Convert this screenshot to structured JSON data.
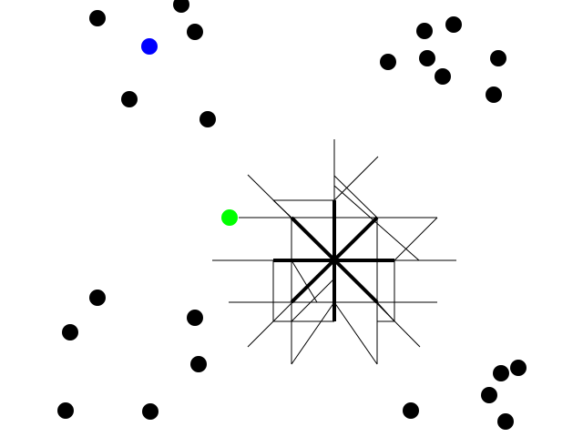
{
  "colors": {
    "background": "#ffffff",
    "dot": "#000000",
    "player": "#0000ff",
    "target": "#00ff00",
    "lines": "#000000"
  },
  "entities": {
    "player": {
      "role": "blue-agent-dot"
    },
    "target": {
      "role": "green-goal-dot"
    },
    "obstacle_count": 24
  }
}
